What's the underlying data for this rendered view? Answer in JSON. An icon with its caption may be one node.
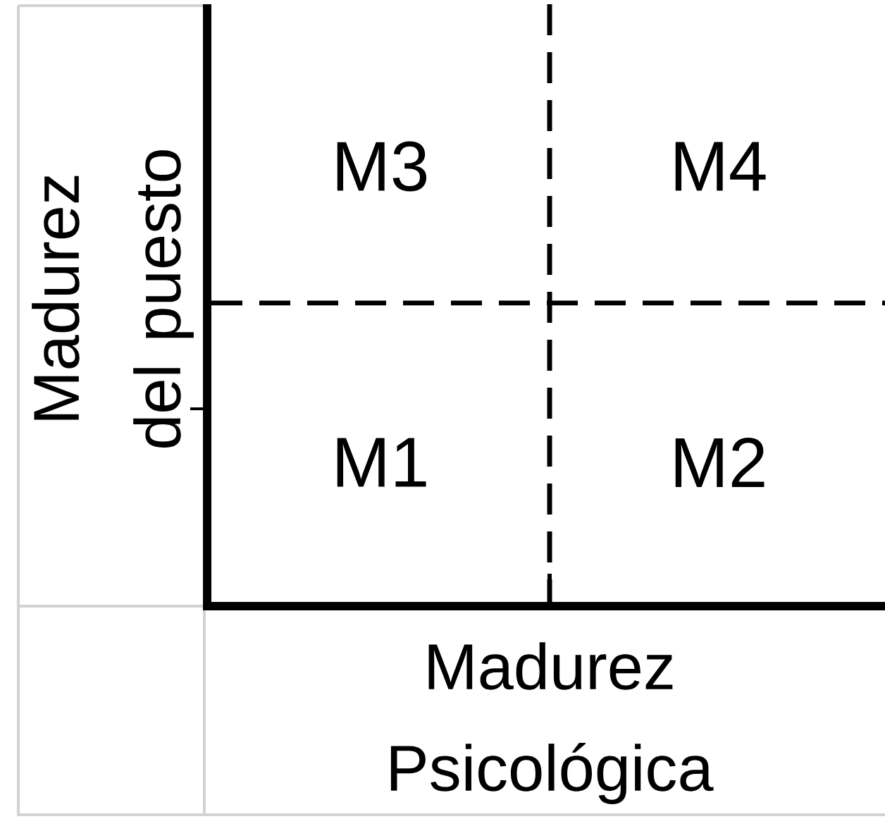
{
  "diagram": {
    "nodes": [
      {
        "text": [
          "M3"
        ]
      },
      {
        "text": [
          "M4"
        ]
      },
      {
        "text": [
          "M1"
        ]
      },
      {
        "text": [
          "M2"
        ]
      }
    ],
    "labels": [
      "Madurez del puesto",
      "Madurez Psicológica"
    ]
  }
}
